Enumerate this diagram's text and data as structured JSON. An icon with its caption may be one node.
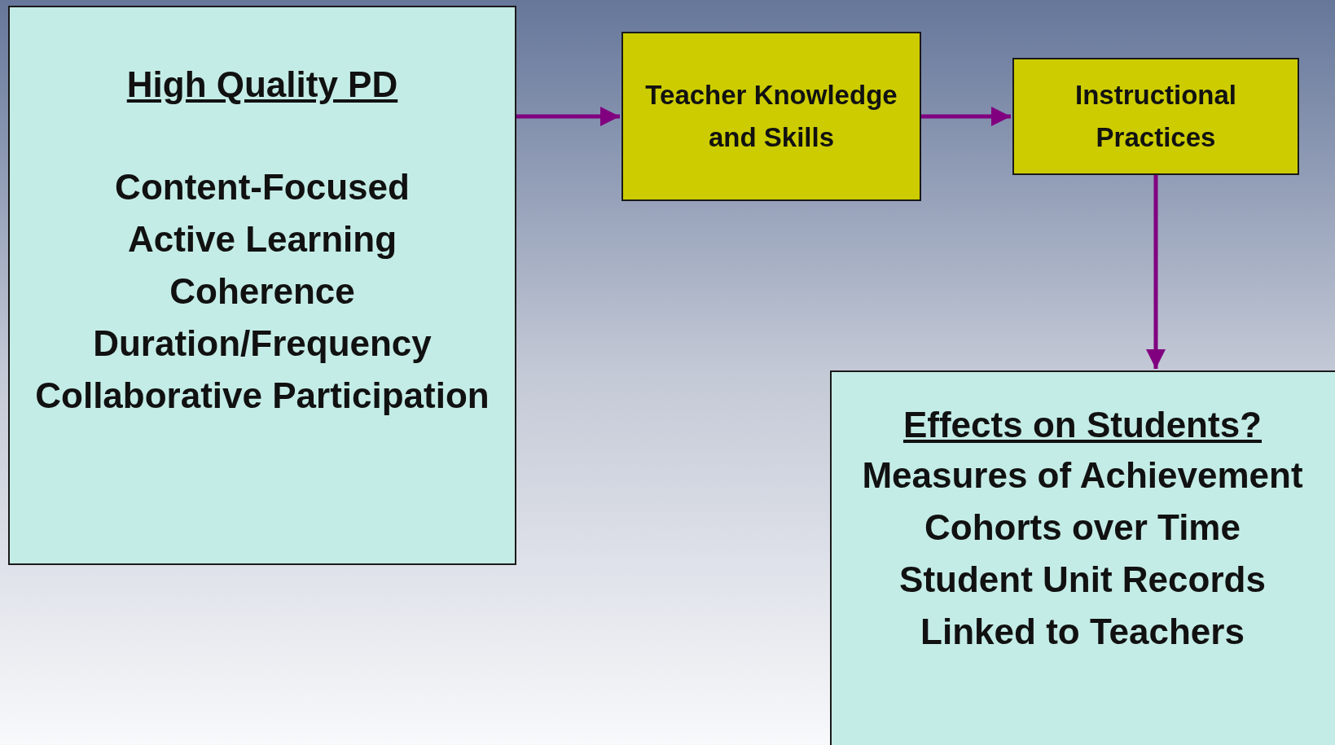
{
  "diagram": {
    "nodes": [
      {
        "text": [
          "High Quality PD",
          "Content-Focused",
          "Active Learning",
          "Coherence",
          "Duration/Frequency",
          "Collaborative Participation"
        ]
      },
      {
        "text": [
          "Teacher Knowledge and Skills"
        ]
      },
      {
        "text": [
          "Instructional Practices"
        ]
      },
      {
        "text": [
          "Effects on Students?",
          "Measures of Achievement",
          "Cohorts over Time",
          "Student Unit Records",
          "Linked to Teachers"
        ]
      }
    ],
    "edges": [
      {
        "from": 0,
        "to": 1,
        "arrow": "to"
      },
      {
        "from": 1,
        "to": 2,
        "arrow": "to"
      },
      {
        "from": 2,
        "to": 3,
        "arrow": "to"
      }
    ]
  }
}
